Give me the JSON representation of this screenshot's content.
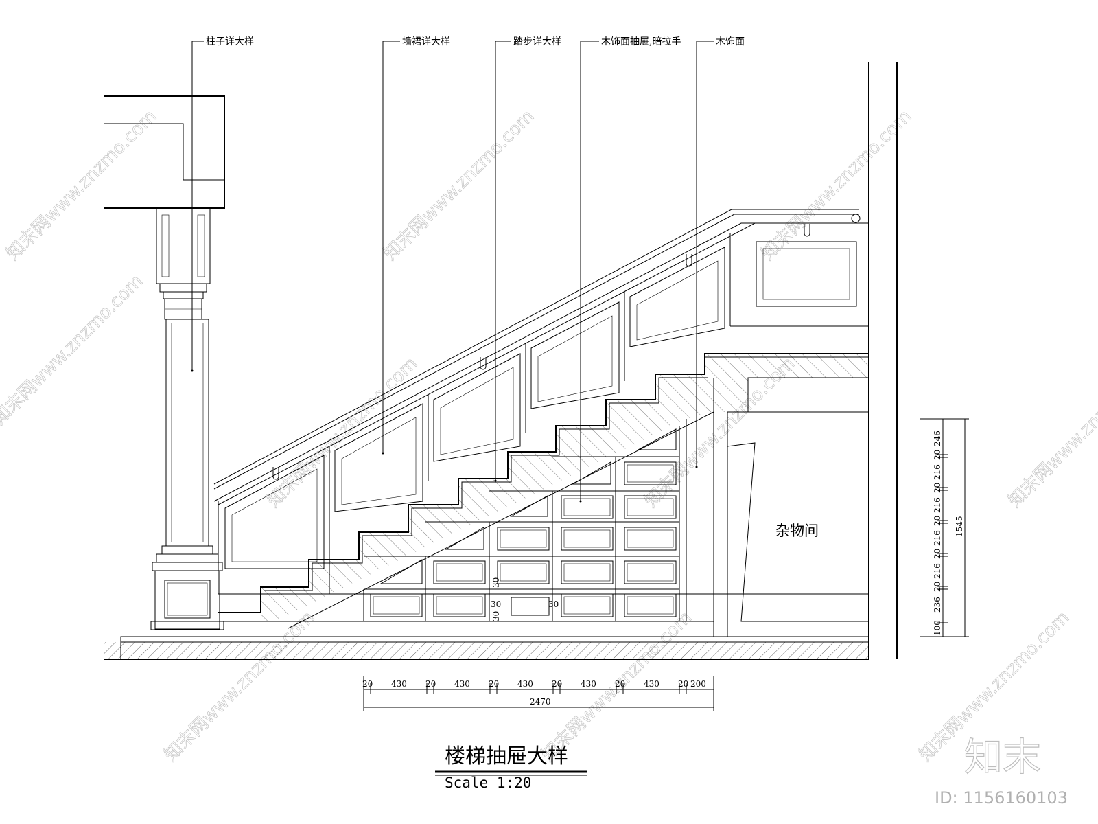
{
  "drawing": {
    "title": "楼梯抽屉大样",
    "scale": "Scale  1:20",
    "room_label": "杂物间",
    "callouts": [
      {
        "id": "column",
        "text": "柱子详大样"
      },
      {
        "id": "wainscot",
        "text": "墙裙详大样"
      },
      {
        "id": "tread",
        "text": "踏步详大样"
      },
      {
        "id": "drawer",
        "text": "木饰面抽屉,暗拉手"
      },
      {
        "id": "veneer",
        "text": "木饰面"
      }
    ],
    "dims_horizontal": [
      "20",
      "430",
      "20",
      "430",
      "20",
      "430",
      "20",
      "430",
      "20",
      "430",
      "20",
      "200"
    ],
    "dim_horizontal_total": "2470",
    "dims_vertical": [
      "100",
      "236",
      "20",
      "216",
      "20",
      "216",
      "20",
      "216",
      "20",
      "216",
      "20",
      "246"
    ],
    "dim_vertical_total": "1545",
    "dims_drawer": [
      "30",
      "30",
      "30",
      "30"
    ]
  },
  "watermark": {
    "text": "知末网www.znzmo.com",
    "logo": "知末",
    "id": "ID: 1156160103"
  }
}
